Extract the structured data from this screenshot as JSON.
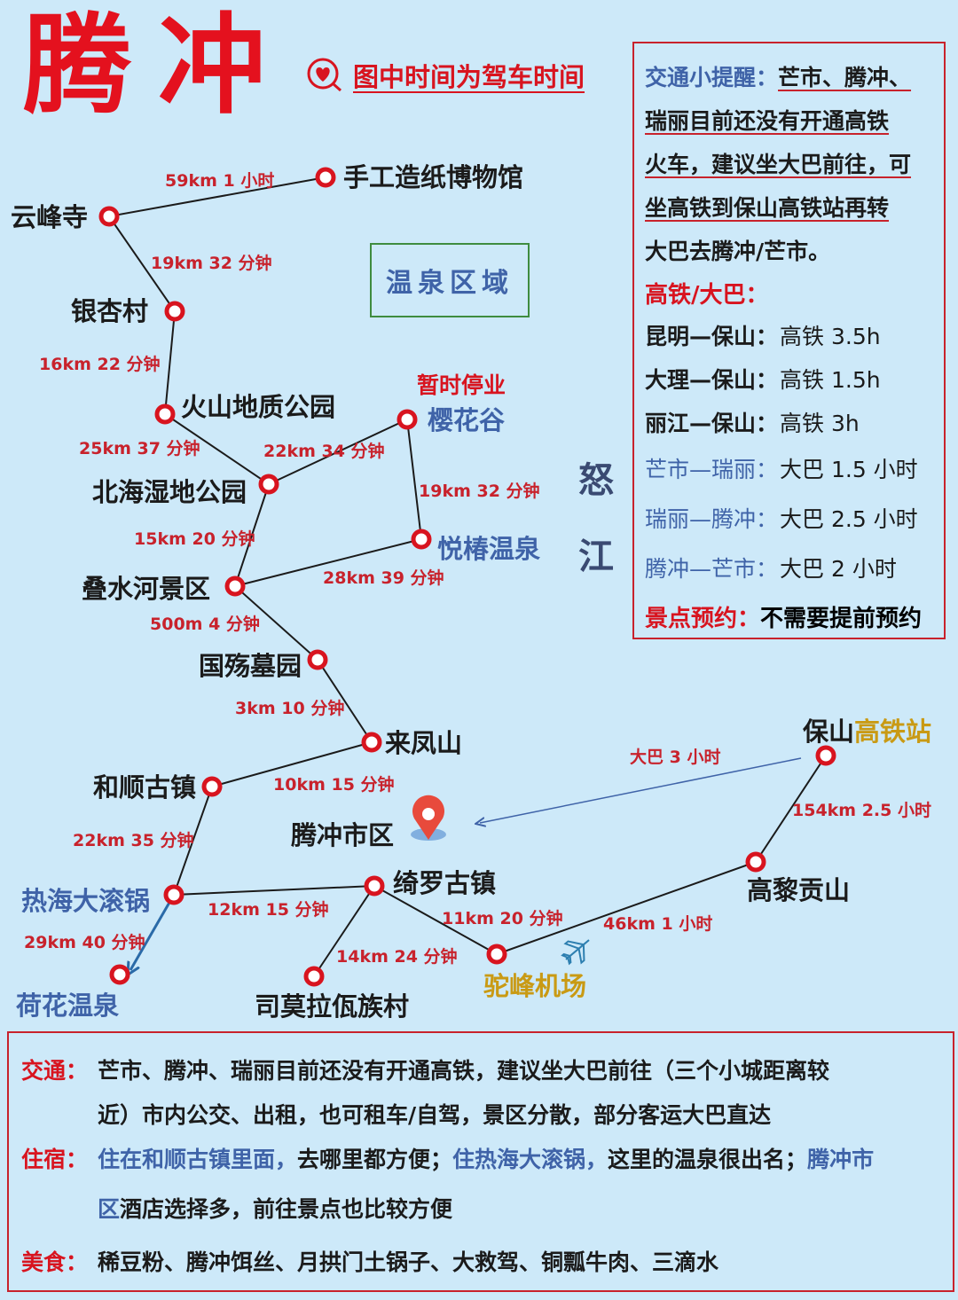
{
  "title": "腾冲",
  "note": {
    "text": "图中时间为驾车时间",
    "icon": "heart-pin-icon"
  },
  "area_label": "温泉区域",
  "river": [
    "怒",
    "江"
  ],
  "closed_notice": "暂时停业",
  "places": {
    "zhizhi": "手工造纸博物馆",
    "yunfeng": "云峰寺",
    "yinxing": "银杏村",
    "huoshan": "火山地质公园",
    "beihai": "北海湿地公园",
    "yinghua": "樱花谷",
    "yuechun": "悦椿温泉",
    "dieshui": "叠水河景区",
    "guoshang": "国殇墓园",
    "laifeng": "来凤山",
    "heshun": "和顺古镇",
    "city": "腾冲市区",
    "rehai": "热海大滚锅",
    "heshua": "荷花温泉",
    "qiluo": "绮罗古镇",
    "simola": "司莫拉佤族村",
    "airport": "驼峰机场",
    "gaoli": "高黎贡山",
    "baoshan_a": "保山",
    "baoshan_b": "高铁站"
  },
  "distances": {
    "d1": "59km 1 小时",
    "d2": "19km 32 分钟",
    "d3": "16km 22 分钟",
    "d4": "25km 37 分钟",
    "d5": "22km 34 分钟",
    "d6": "19km 32 分钟",
    "d7": "15km 20 分钟",
    "d8": "28km 39 分钟",
    "d9": "500m 4 分钟",
    "d10": "3km 10 分钟",
    "d11": "10km 15 分钟",
    "d12": "22km 35 分钟",
    "d13": "12km 15 分钟",
    "d14": "29km 40 分钟",
    "d15": "14km 24 分钟",
    "d16": "11km 20 分钟",
    "d17": "46km 1 小时",
    "d18": "154km 2.5 小时",
    "d19": "大巴 3 小时"
  },
  "tips": {
    "head_key": "交通小提醒：",
    "head_lines": [
      "芒市、腾冲、",
      "瑞丽目前还没有开通高铁",
      "火车，建议坐大巴前往，可",
      "坐高铁到保山高铁站再转",
      "大巴去腾冲/芒市。"
    ],
    "sub": "高铁/大巴：",
    "routes": [
      {
        "route": "昆明—保山：",
        "mode": "高铁 3.5h",
        "style": "bold"
      },
      {
        "route": "大理—保山：",
        "mode": "高铁 1.5h",
        "style": "bold"
      },
      {
        "route": "丽江—保山：",
        "mode": "高铁 3h",
        "style": "bold"
      },
      {
        "route": "芒市—瑞丽：",
        "mode": "大巴 1.5 小时",
        "style": "blue"
      },
      {
        "route": "瑞丽—腾冲：",
        "mode": "大巴 2.5 小时",
        "style": "blue"
      },
      {
        "route": "腾冲—芒市：",
        "mode": "大巴 2 小时",
        "style": "blue"
      }
    ],
    "booking_key": "景点预约：",
    "booking_val": "不需要提前预约"
  },
  "bottom": {
    "traffic_key": "交通：",
    "traffic_lines": [
      "芒市、腾冲、瑞丽目前还没有开通高铁，建议坐大巴前往（三个小城距离较",
      "近）市内公交、出租，也可租车/自驾，景区分散，部分客运大巴直达"
    ],
    "stay_key": "住宿：",
    "stay_a": "住在和顺古镇里面，",
    "stay_b": "去哪里都方便；",
    "stay_c": "住热海大滚锅，",
    "stay_d": "这里的温泉很出名；",
    "stay_e": "腾冲市",
    "stay_f": "区",
    "stay_g": "酒店选择多，前往景点也比较方便",
    "food_key": "美食：",
    "food_val": "稀豆粉、腾冲饵丝、月拱门土锅子、大救驾、铜瓢牛肉、三滴水"
  },
  "colors": {
    "background": "#cde9f9",
    "accent_red": "#e4111e",
    "route_blue": "#3f63a8",
    "gold": "#c99a14"
  }
}
